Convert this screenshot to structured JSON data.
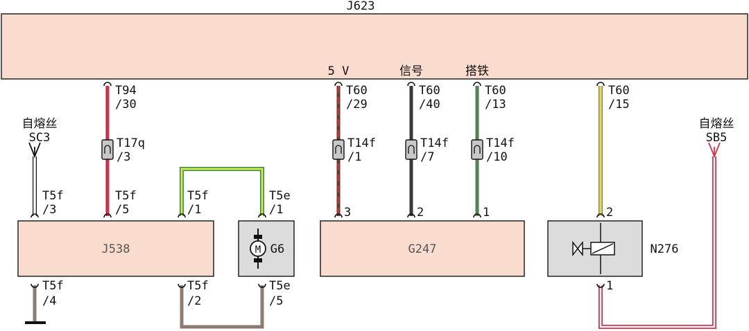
{
  "colors": {
    "module_fill": "#f9dccd",
    "component_fill": "#dcdcdc",
    "red": "#d6304a",
    "black": "#3a3a3a",
    "brown": "#8b7b72",
    "green": "#3a9a4a",
    "yellow": "#e8d84a",
    "white": "#ffffff"
  },
  "ecu": {
    "label": "J623",
    "pin_5v": "5 V",
    "pin_signal": "信号",
    "pin_ground": "搭铁"
  },
  "fuse_left": {
    "label": "自熔丝",
    "id": "SC3"
  },
  "fuse_right": {
    "label": "自熔丝",
    "id": "SB5"
  },
  "connectors": {
    "t94_30": {
      "a": "T94",
      "b": "/30"
    },
    "t60_29": {
      "a": "T60",
      "b": "/29"
    },
    "t60_40": {
      "a": "T60",
      "b": "/40"
    },
    "t60_13": {
      "a": "T60",
      "b": "/13"
    },
    "t60_15": {
      "a": "T60",
      "b": "/15"
    },
    "t17q_3": {
      "a": "T17q",
      "b": "/3"
    },
    "t14f_1": {
      "a": "T14f",
      "b": "/1"
    },
    "t14f_7": {
      "a": "T14f",
      "b": "/7"
    },
    "t14f_10": {
      "a": "T14f",
      "b": "/10"
    },
    "t5f_3": {
      "a": "T5f",
      "b": "/3"
    },
    "t5f_5": {
      "a": "T5f",
      "b": "/5"
    },
    "t5f_1": {
      "a": "T5f",
      "b": "/1"
    },
    "t5e_1": {
      "a": "T5e",
      "b": "/1"
    },
    "t5f_4": {
      "a": "T5f",
      "b": "/4"
    },
    "t5f_2": {
      "a": "T5f",
      "b": "/2"
    },
    "t5e_5": {
      "a": "T5e",
      "b": "/5"
    }
  },
  "g247_pins": {
    "p3": "3",
    "p2": "2",
    "p1": "1"
  },
  "n276_pins": {
    "top": "2",
    "bottom": "1"
  },
  "components": {
    "j538": "J538",
    "g6": "G6",
    "g6_motor": "M",
    "g247": "G247",
    "n276": "N276"
  }
}
